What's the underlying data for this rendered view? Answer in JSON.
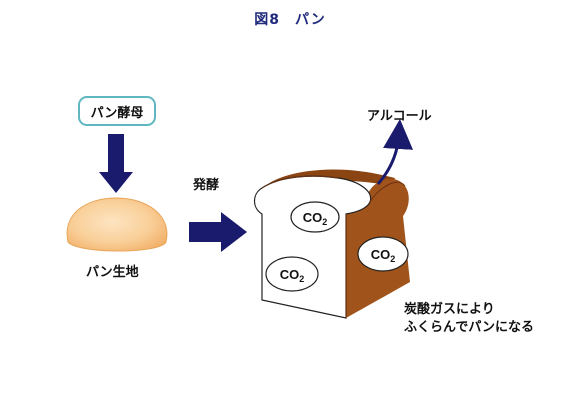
{
  "title": "図8　パン",
  "yeast_label": "パン酵母",
  "dough_label": "パン生地",
  "fermentation_label": "発酵",
  "alcohol_label": "アルコール",
  "co2_label": "CO",
  "co2_subscript": "2",
  "result_lines": [
    "炭酸ガスにより",
    "ふくらんでパンになる"
  ],
  "colors": {
    "arrow": "#1b1b6e",
    "crust": "#a0541b",
    "crust_top": "#8b4513",
    "dough_center": "#fde4c2",
    "dough_edge": "#f2b06a",
    "bread_slice": "#ffffff",
    "yeast_border": "#5fb7bf",
    "title": "#1f2a7c"
  }
}
